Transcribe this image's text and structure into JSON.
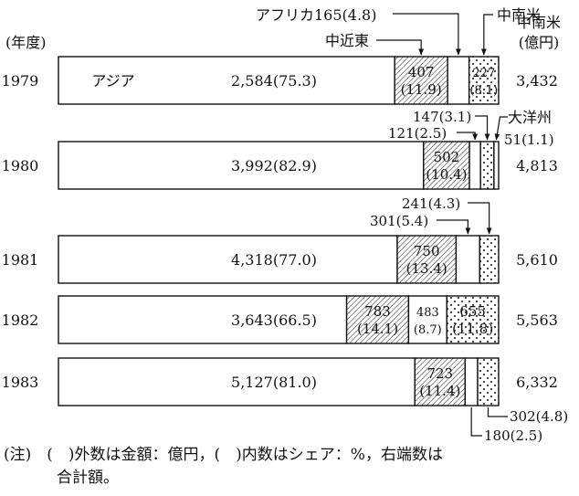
{
  "chart_data": {
    "type": "bar",
    "orientation": "horizontal",
    "stacked": true,
    "value_unit": "億円",
    "header": {
      "year_label": "(年度)",
      "total_label_line1": "中南米",
      "total_label_line2": "(億円)"
    },
    "legend_callouts": {
      "middle_east": "中近東",
      "africa": "アフリカ165(4.8)",
      "oceania": "大洋州",
      "latin_america": "中南米"
    },
    "asia_label": "アジア",
    "categories": [
      "1979",
      "1980",
      "1981",
      "1982",
      "1983"
    ],
    "series": [
      {
        "name": "アジア",
        "key": "asia",
        "pattern": "white",
        "values": [
          2584,
          3992,
          4318,
          3643,
          5127
        ],
        "shares": [
          75.3,
          82.9,
          77.0,
          66.5,
          81.0
        ],
        "labels": [
          "2,584(75.3)",
          "3,992(82.9)",
          "4,318(77.0)",
          "3,643(66.5)",
          "5,127(81.0)"
        ]
      },
      {
        "name": "中近東",
        "key": "middle_east",
        "pattern": "hatch",
        "values": [
          407,
          502,
          750,
          783,
          723
        ],
        "shares": [
          11.9,
          10.4,
          13.4,
          14.1,
          11.4
        ],
        "labels_line1": [
          "407",
          "502",
          "750",
          "783",
          "723"
        ],
        "labels_line2": [
          "(11.9)",
          "(10.4)",
          "(13.4)",
          "(14.1)",
          "(11.4)"
        ]
      },
      {
        "name": "アフリカ",
        "key": "africa",
        "pattern": "white",
        "values": [
          165,
          121,
          301,
          483,
          180
        ],
        "shares": [
          4.8,
          2.5,
          5.4,
          8.7,
          2.5
        ],
        "labels_line1": [
          "",
          "",
          "",
          "483",
          ""
        ],
        "labels_line2": [
          "",
          "",
          "",
          "(8.7)",
          ""
        ]
      },
      {
        "name": "中南米",
        "key": "latin_america",
        "pattern": "dots",
        "values": [
          227,
          147,
          241,
          655,
          302
        ],
        "shares": [
          8.1,
          3.1,
          4.3,
          11.8,
          4.8
        ],
        "labels_line1": [
          "227",
          "",
          "",
          "655",
          ""
        ],
        "labels_line2": [
          "(8.1)",
          "",
          "",
          "(11.8)",
          ""
        ]
      },
      {
        "name": "大洋州",
        "key": "oceania",
        "pattern": "white",
        "values": [
          0,
          51,
          0,
          0,
          0
        ],
        "shares": [
          0,
          1.1,
          0,
          0,
          0
        ]
      }
    ],
    "totals": [
      "3,432",
      "4,813",
      "5,610",
      "5,563",
      "6,332"
    ],
    "callouts": {
      "1980_oceania": "51(1.1)",
      "1980_latin_america": "147(3.1)",
      "1980_africa": "121(2.5)",
      "1981_latin_america": "241(4.3)",
      "1981_africa": "301(5.4)",
      "1983_latin_america": "302(4.8)",
      "1983_africa": "180(2.5)"
    }
  },
  "note": {
    "line1": "(注)　(　)外数は金額：億円，(　)内数はシェア：%，右端数は",
    "line2": "合計額。"
  }
}
